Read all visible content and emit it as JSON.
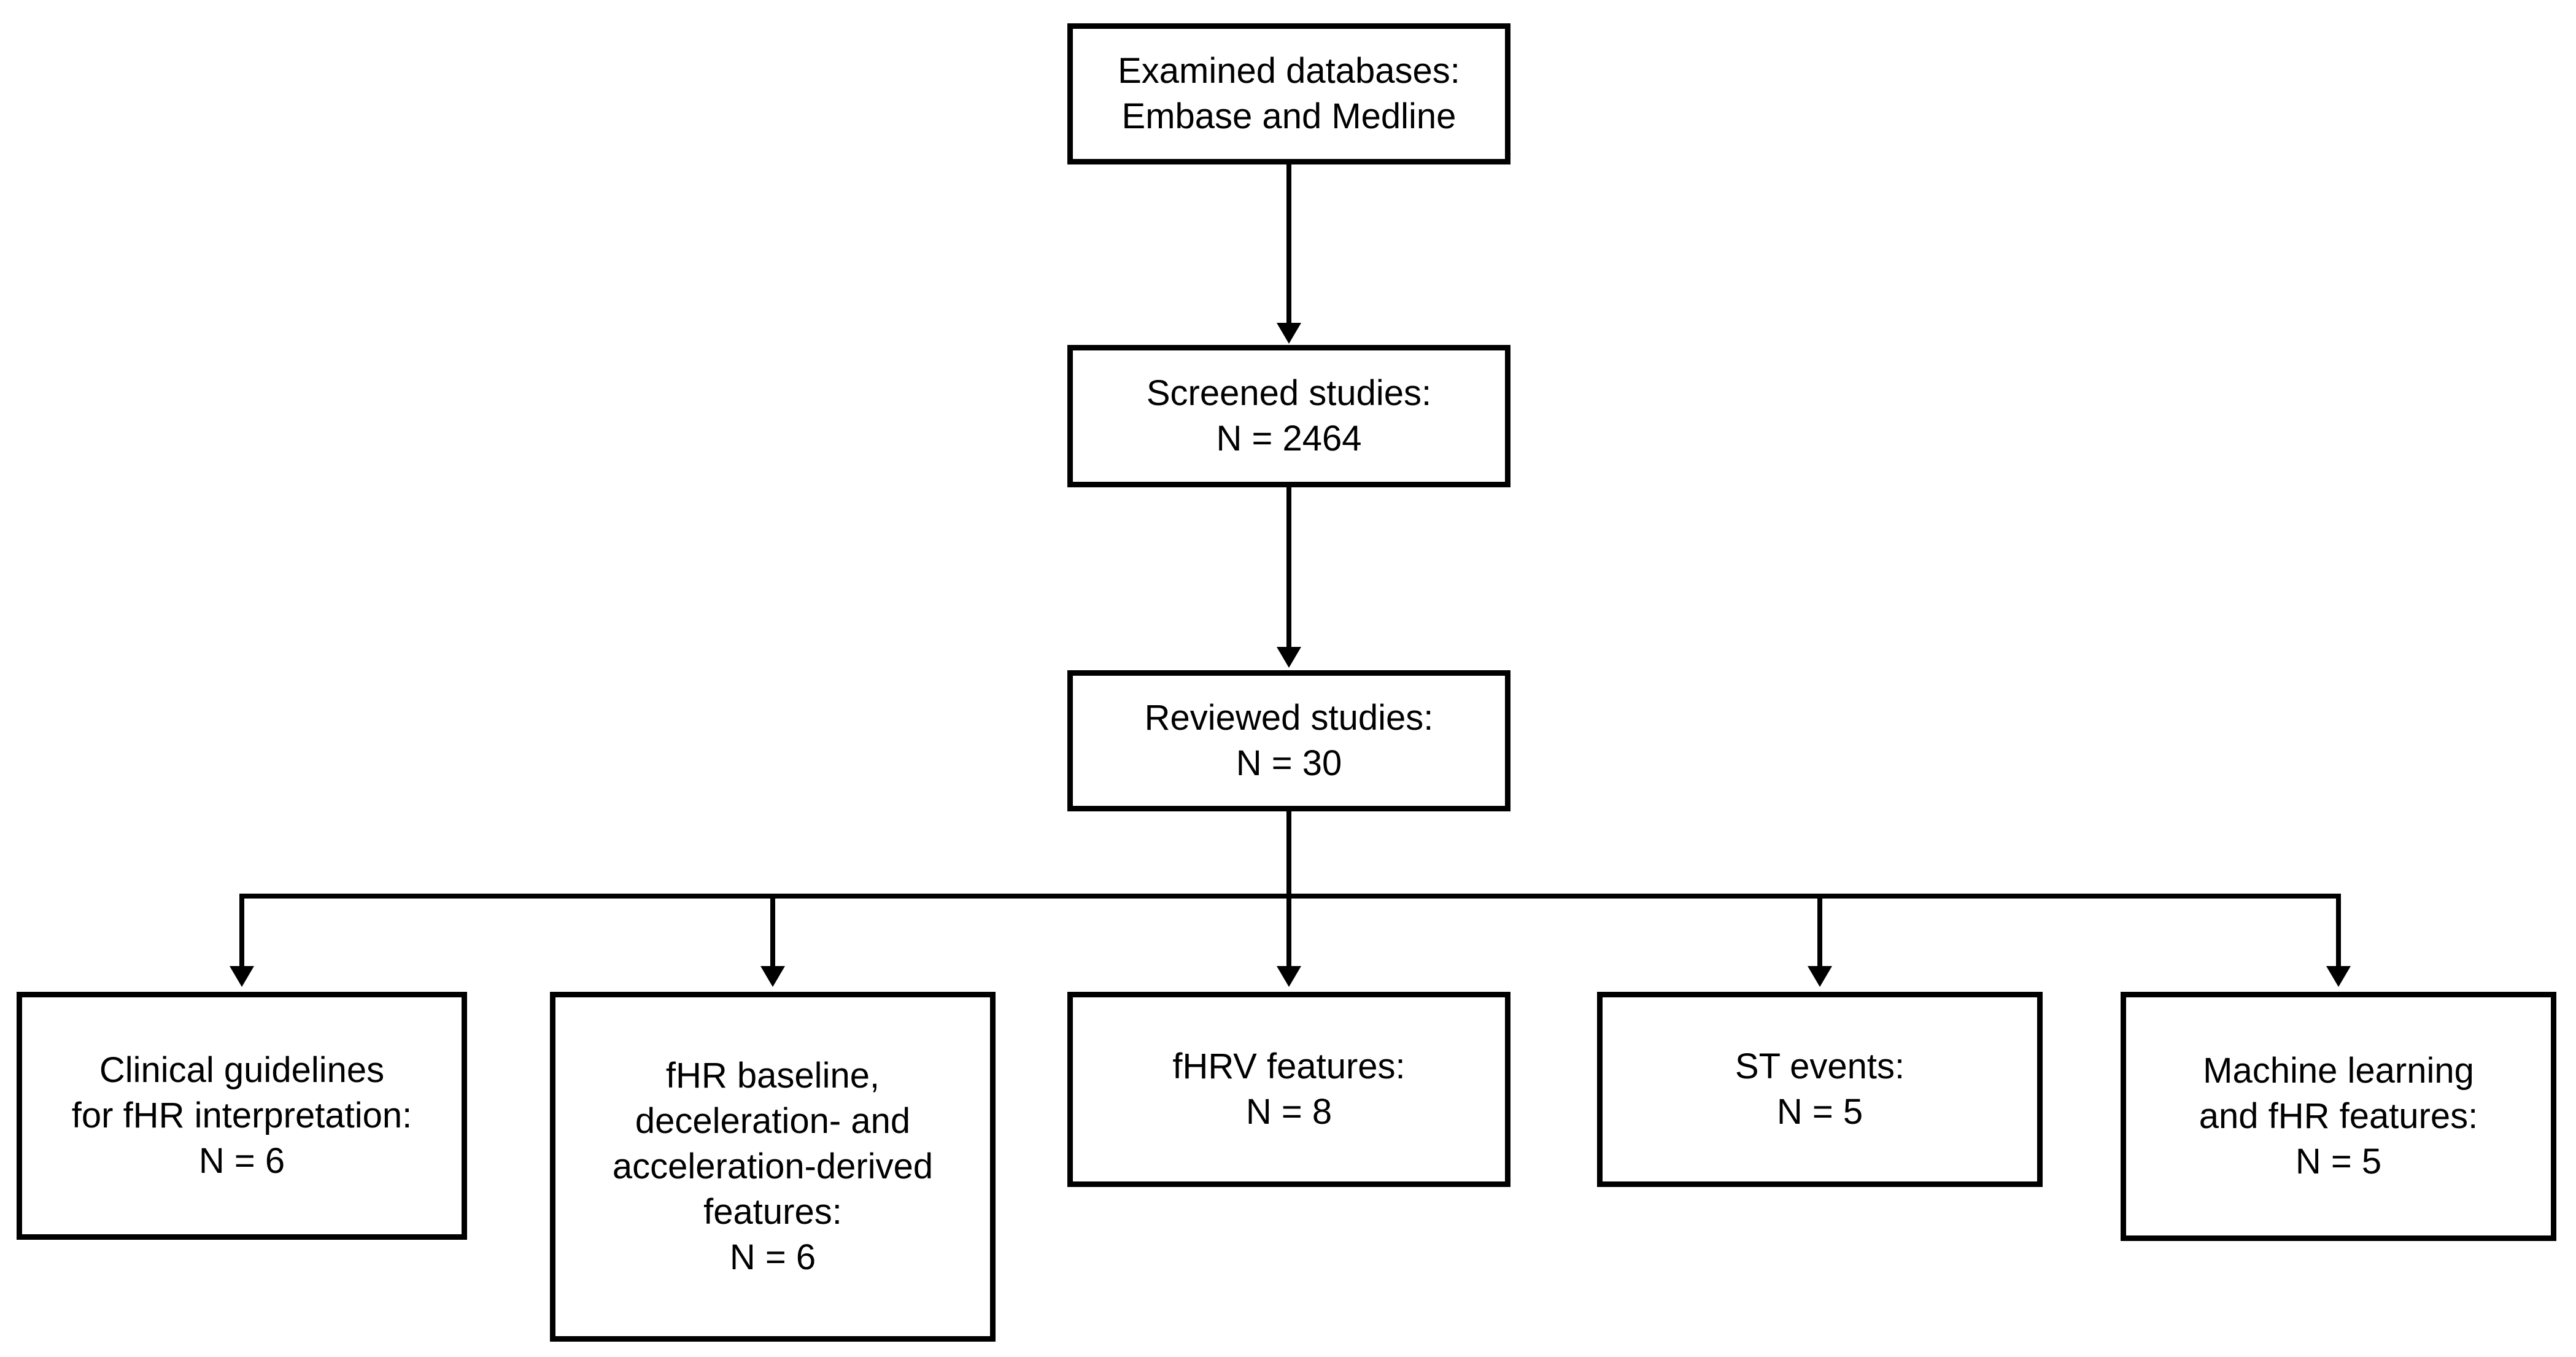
{
  "diagram": {
    "type": "flowchart",
    "background_color": "#ffffff",
    "line_color": "#000000",
    "text_color": "#000000",
    "nodes": [
      {
        "id": "examined-databases",
        "lines": [
          "Examined databases:",
          "Embase and Medline"
        ]
      },
      {
        "id": "screened-studies",
        "lines": [
          "Screened studies:",
          "N = 2464"
        ]
      },
      {
        "id": "reviewed-studies",
        "lines": [
          "Reviewed studies:",
          "N = 30"
        ]
      },
      {
        "id": "clinical-guidelines",
        "lines": [
          "Clinical guidelines",
          "for fHR interpretation:",
          "N = 6"
        ]
      },
      {
        "id": "fhr-baseline-features",
        "lines": [
          "fHR baseline,",
          "deceleration- and",
          "acceleration-derived",
          "features:",
          "N = 6"
        ]
      },
      {
        "id": "fhrv-features",
        "lines": [
          "fHRV features:",
          "N = 8"
        ]
      },
      {
        "id": "st-events",
        "lines": [
          "ST events:",
          "N = 5"
        ]
      },
      {
        "id": "machine-learning-fhr",
        "lines": [
          "Machine learning",
          "and fHR features:",
          "N = 5"
        ]
      }
    ],
    "edges": [
      {
        "from": "examined-databases",
        "to": "screened-studies"
      },
      {
        "from": "screened-studies",
        "to": "reviewed-studies"
      },
      {
        "from": "reviewed-studies",
        "to": "clinical-guidelines"
      },
      {
        "from": "reviewed-studies",
        "to": "fhr-baseline-features"
      },
      {
        "from": "reviewed-studies",
        "to": "fhrv-features"
      },
      {
        "from": "reviewed-studies",
        "to": "st-events"
      },
      {
        "from": "reviewed-studies",
        "to": "machine-learning-fhr"
      }
    ]
  }
}
